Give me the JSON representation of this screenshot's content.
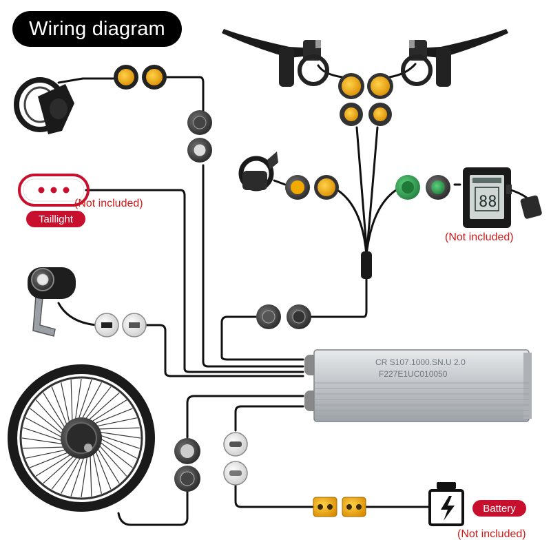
{
  "title": "Wiring diagram",
  "labels": {
    "taillight": "Taillight",
    "battery": "Battery",
    "not_included_taillight": "(Not included)",
    "not_included_display": "(Not included)",
    "not_included_battery": "(Not included)"
  },
  "controller": {
    "line1": "CR S107.1000.SN.U 2.0",
    "line2": "F227E1UC010050"
  },
  "display": {
    "readout": "88"
  },
  "colors": {
    "title_bg": "#000000",
    "label_red": "#c8102e",
    "note_red": "#d01a1a",
    "connector_yellow": "#f2a900",
    "connector_green": "#2e9e4f",
    "controller_silver": "#c9ccd0"
  },
  "components": {
    "thumb_throttle": "thumb-throttle-icon",
    "brake_lever_left": "brake-lever-icon",
    "brake_lever_right": "brake-lever-icon",
    "taillight": "taillight-icon",
    "display": "lcd-display-icon",
    "headlight": "headlight-icon",
    "motor_wheel": "hub-motor-wheel-icon",
    "controller": "controller-box-icon",
    "battery": "battery-icon"
  }
}
